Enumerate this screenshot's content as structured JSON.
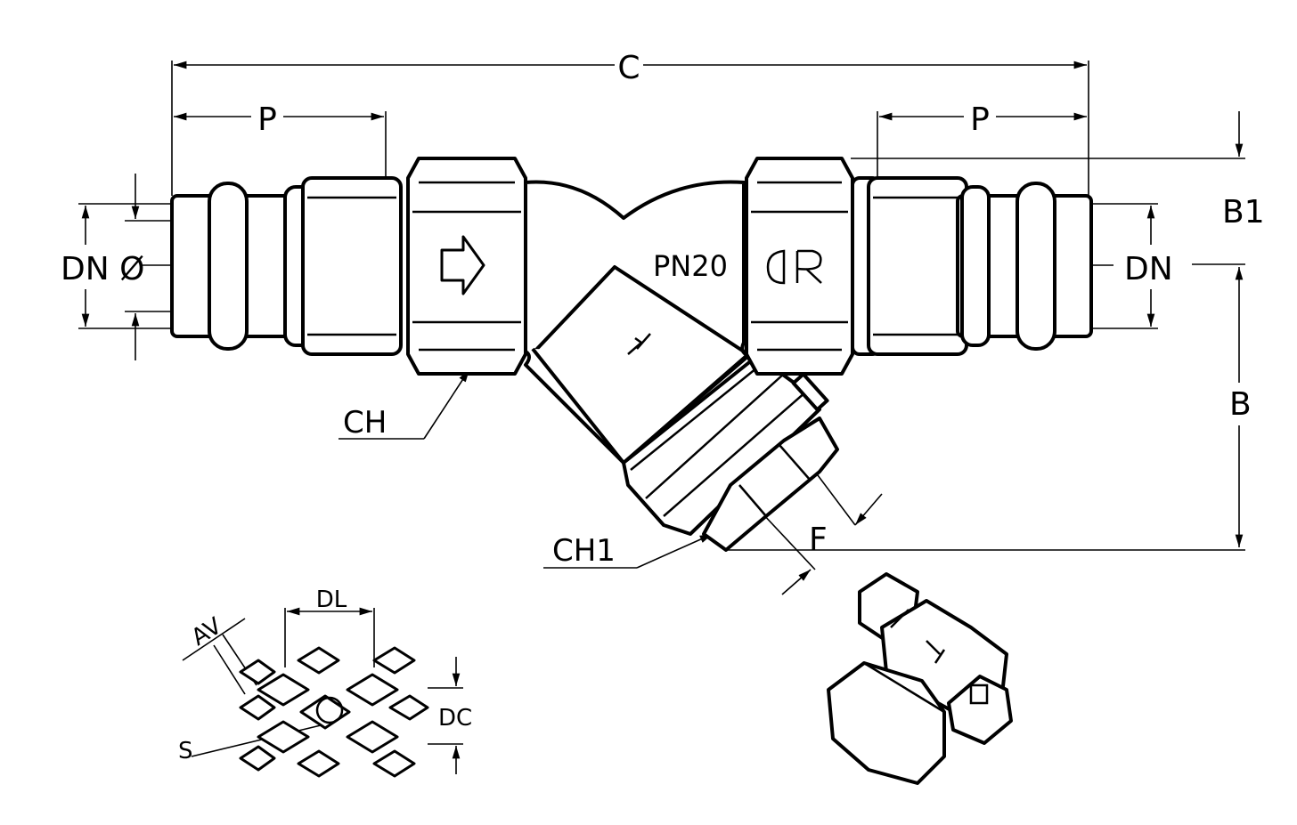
{
  "labels": {
    "c": "C",
    "p_left": "P",
    "p_right": "P",
    "b1": "B1",
    "b": "B",
    "dn_left": "DN Ø",
    "dn_right": "DN",
    "ch": "CH",
    "ch1": "CH1",
    "f": "F",
    "pn20": "PN20",
    "dl": "DL",
    "av": "AV",
    "dc": "DC",
    "s": "S"
  },
  "colors": {
    "ink": "#000000",
    "paper": "#ffffff"
  },
  "icons": {
    "flow_direction": "arrow-right-icon",
    "brand": "cr-logo-icon"
  }
}
